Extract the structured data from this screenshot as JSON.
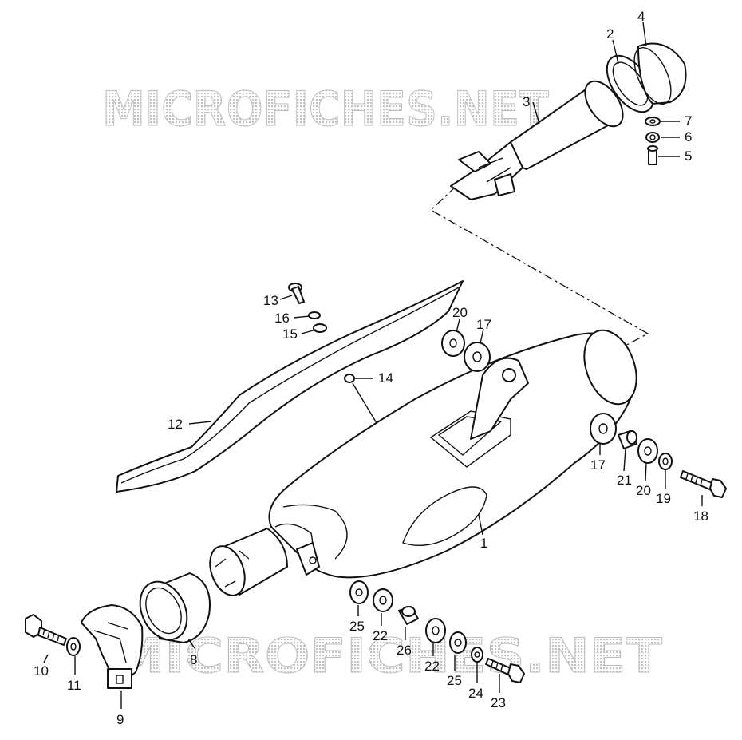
{
  "watermarks": [
    "MICROFICHES.NET",
    "MICROFICHES.NET"
  ],
  "callouts": [
    "1",
    "2",
    "3",
    "4",
    "5",
    "6",
    "7",
    "8",
    "9",
    "10",
    "11",
    "12",
    "13",
    "14",
    "15",
    "16",
    "17",
    "17",
    "18",
    "19",
    "20",
    "20",
    "21",
    "22",
    "22",
    "23",
    "24",
    "25",
    "25",
    "26"
  ]
}
